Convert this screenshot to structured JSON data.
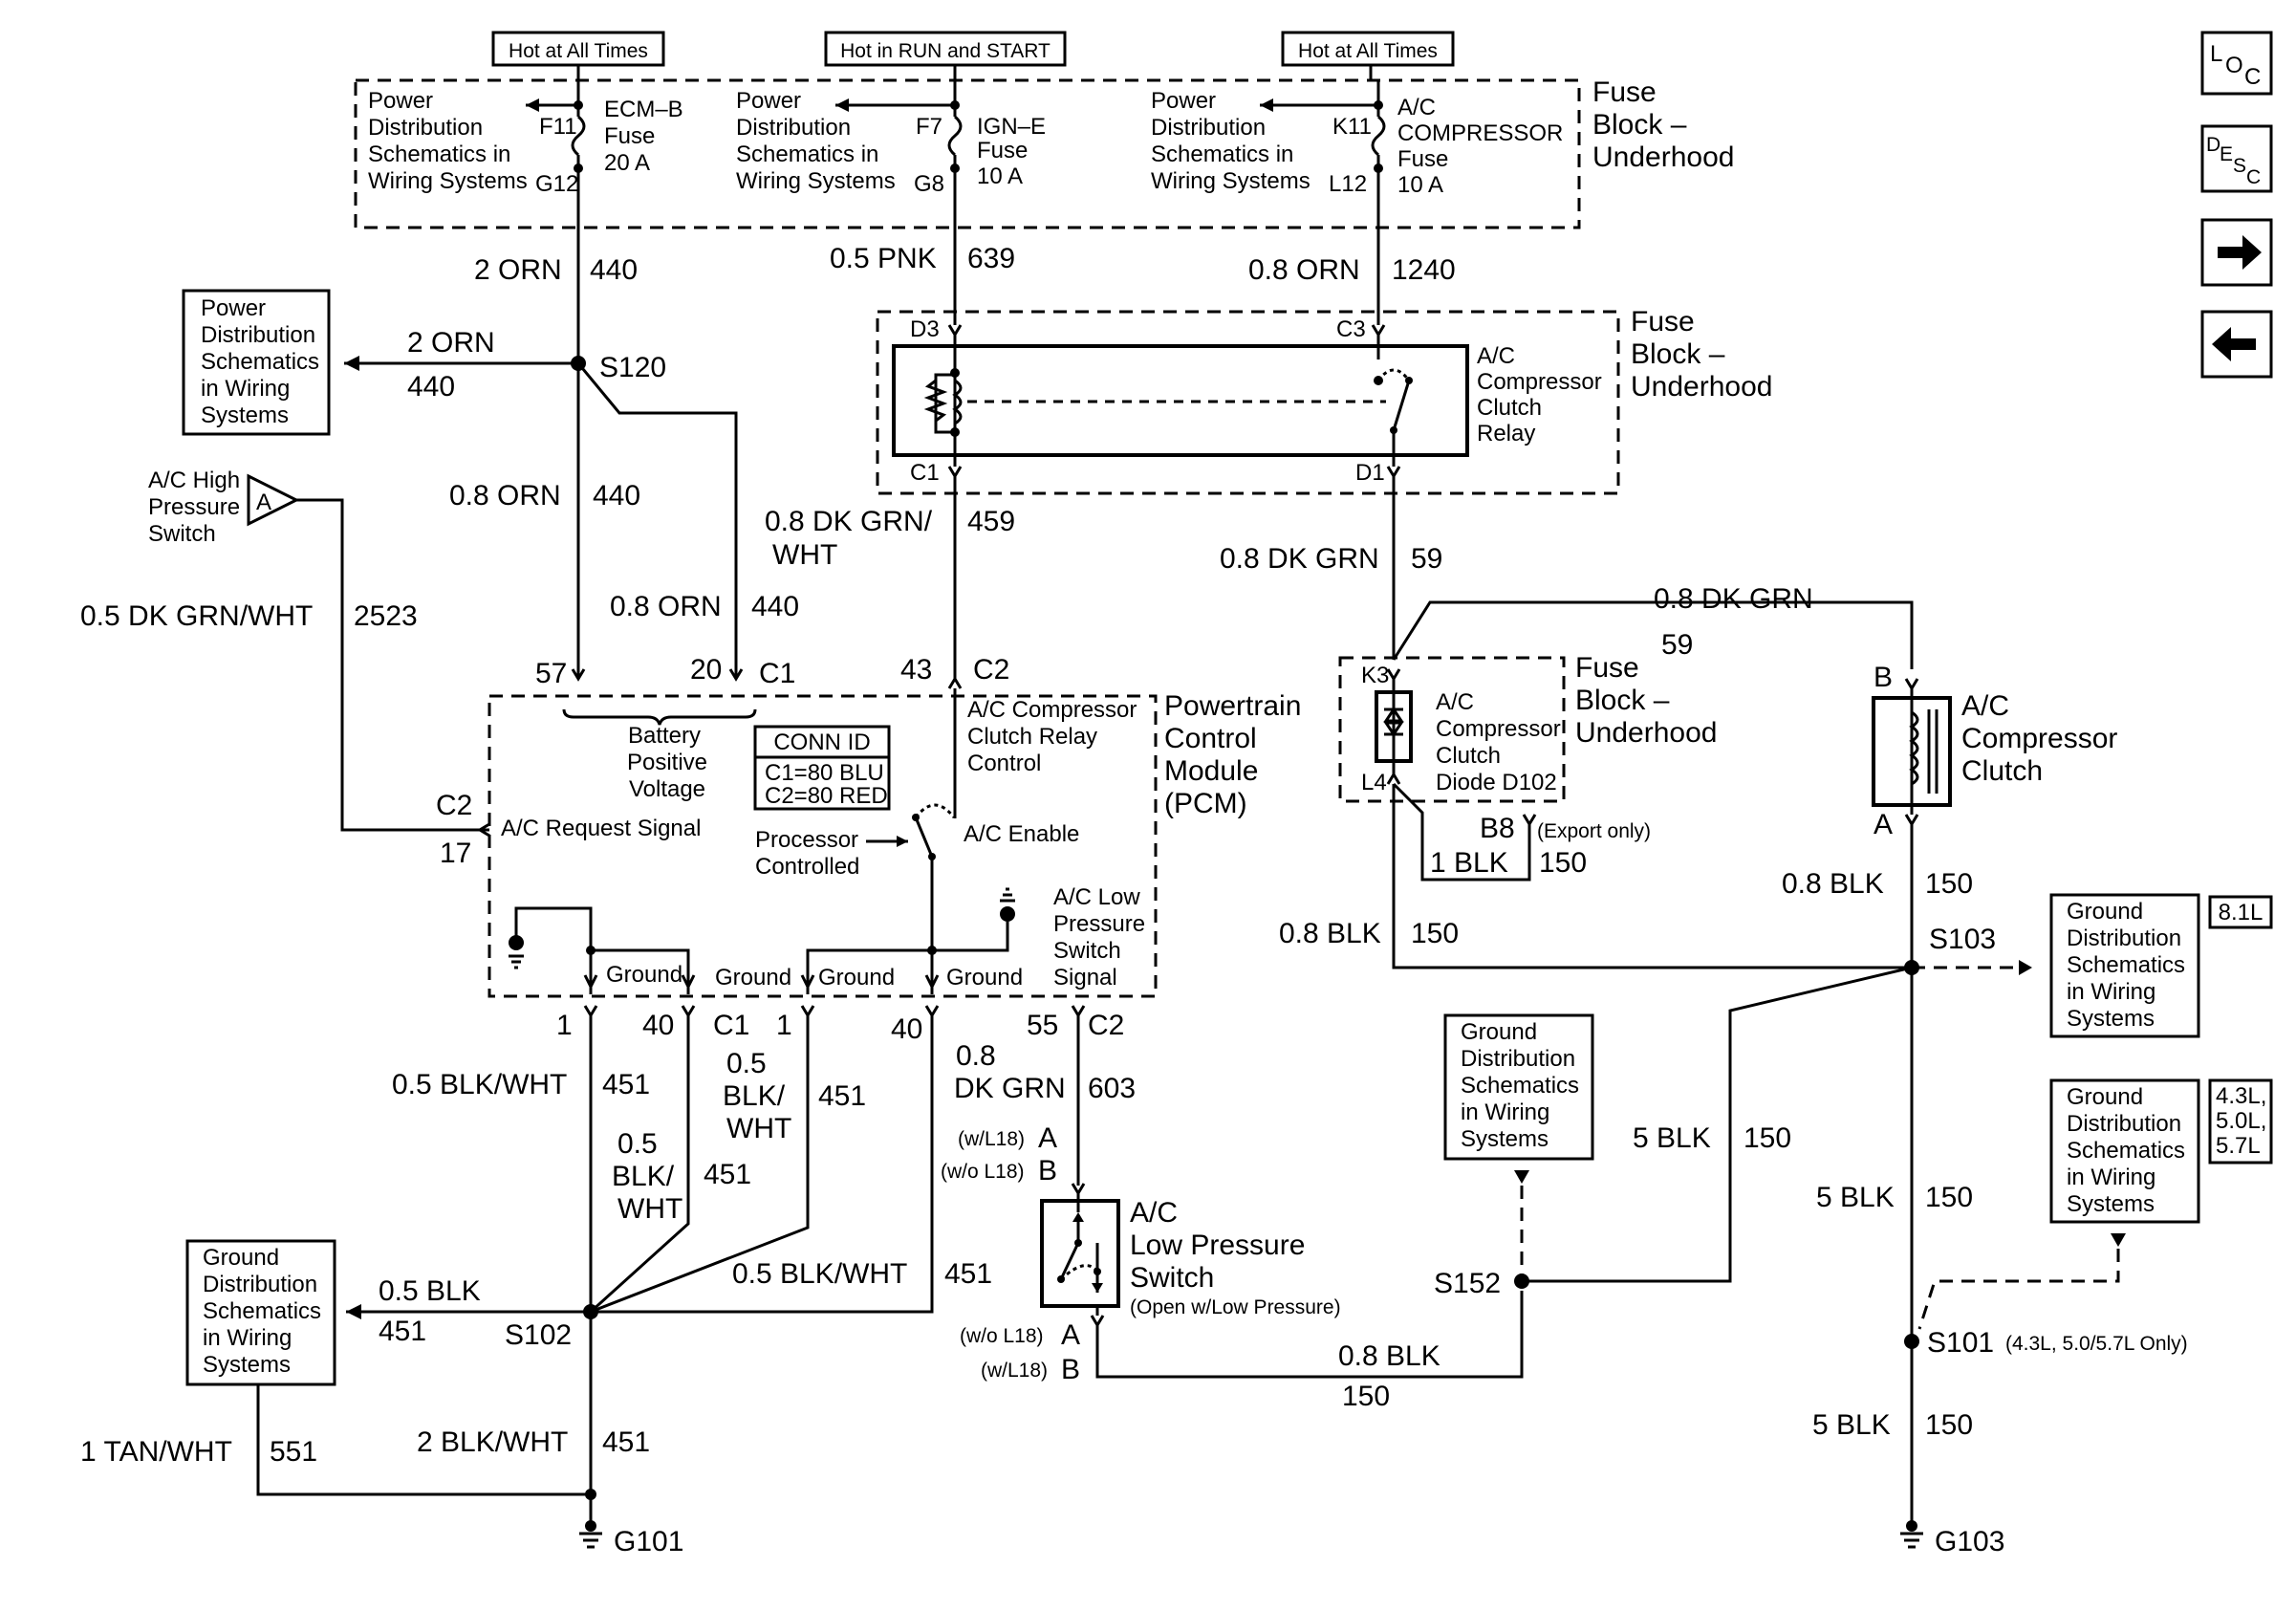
{
  "supply": {
    "hot_all_1": "Hot at All Times",
    "hot_run": "Hot in RUN and START",
    "hot_all_2": "Hot at All Times"
  },
  "fuses": {
    "f11": {
      "pin_top": "F11",
      "pin_bot": "G12",
      "name": "ECM–B",
      "word": "Fuse",
      "rating": "20 A"
    },
    "f7": {
      "pin_top": "F7",
      "pin_bot": "G8",
      "name": "IGN–E",
      "word": "Fuse",
      "rating": "10 A"
    },
    "k11": {
      "pin_top": "K11",
      "pin_bot": "L12",
      "name": "A/C",
      "name2": "COMPRESSOR",
      "word": "Fuse",
      "rating": "10 A"
    },
    "power_dist": [
      "Power",
      "Distribution",
      "Schematics in",
      "Wiring Systems"
    ],
    "block_label": [
      "Fuse",
      "Block –",
      "Underhood"
    ]
  },
  "wires": {
    "w440a": {
      "gauge": "2 ORN",
      "circuit": "440"
    },
    "w639": {
      "gauge": "0.5 PNK",
      "circuit": "639"
    },
    "w1240": {
      "gauge": "0.8 ORN",
      "circuit": "1240"
    },
    "w440b": {
      "gauge": "2 ORN",
      "circuit": "440"
    },
    "w440c": {
      "gauge": "0.8 ORN",
      "circuit": "440"
    },
    "w440d": {
      "gauge": "0.8 ORN",
      "circuit": "440"
    },
    "w459": {
      "gauge": "0.8 DK GRN/",
      "gauge2": "WHT",
      "circuit": "459"
    },
    "w59a": {
      "gauge": "0.8 DK GRN",
      "circuit": "59"
    },
    "w59b": {
      "gauge": "0.8 DK GRN",
      "circuit": "59"
    },
    "w2523": {
      "gauge": "0.5 DK GRN/WHT",
      "circuit": "2523"
    },
    "w451a": {
      "gauge": "0.5 BLK/WHT",
      "circuit": "451"
    },
    "w451b": {
      "gauge": [
        "0.5",
        "BLK/",
        "WHT"
      ],
      "circuit": "451"
    },
    "w451c": {
      "gauge": [
        "0.5",
        "BLK/",
        "WHT"
      ],
      "circuit": "451"
    },
    "w451d": {
      "gauge": "0.5 BLK/WHT",
      "circuit": "451"
    },
    "w451e": {
      "gauge": "0.5 BLK",
      "circuit": "451"
    },
    "w451f": {
      "gauge": "2 BLK/WHT",
      "circuit": "451"
    },
    "w603": {
      "gauge": "0.8",
      "gauge2": "DK GRN",
      "circuit": "603"
    },
    "w551": {
      "gauge": "1 TAN/WHT",
      "circuit": "551"
    },
    "w150a": {
      "gauge": "1 BLK",
      "circuit": "150"
    },
    "w150b": {
      "gauge": "0.8 BLK",
      "circuit": "150"
    },
    "w150c": {
      "gauge": "0.8 BLK",
      "circuit": "150"
    },
    "w150d": {
      "gauge": "5 BLK",
      "circuit": "150"
    },
    "w150e": {
      "gauge": "5 BLK",
      "circuit": "150"
    },
    "w150f": {
      "gauge": "5 BLK",
      "circuit": "150"
    },
    "w150g": {
      "gauge": "0.8 BLK",
      "circuit": "150"
    }
  },
  "splices": {
    "s120": "S120",
    "s102": "S102",
    "s152": "S152",
    "s103": "S103",
    "s101": "S101",
    "s101_note": "(4.3L, 5.0/5.7L Only)"
  },
  "grounds": {
    "g101": "G101",
    "g103": "G103"
  },
  "relay": {
    "lines": [
      "A/C",
      "Compressor",
      "Clutch",
      "Relay"
    ],
    "d3": "D3",
    "c3": "C3",
    "c1": "C1",
    "d1": "D1"
  },
  "diode": {
    "lines": [
      "A/C",
      "Compressor",
      "Clutch",
      "Diode D102"
    ],
    "k3": "K3",
    "l4": "L4",
    "b8": "B8",
    "export": "(Export only)"
  },
  "clutch": {
    "lines": [
      "A/C",
      "Compressor",
      "Clutch"
    ],
    "b": "B",
    "a": "A"
  },
  "hp_switch": {
    "lines": [
      "A/C High",
      "Pressure",
      "Switch"
    ],
    "letter": "A"
  },
  "lp_switch": {
    "lines": [
      "A/C",
      "Low Pressure",
      "Switch"
    ],
    "note": "(Open w/Low Pressure)",
    "wl18_a": "(w/L18)",
    "wol18_b": "(w/o L18)",
    "wol18_a": "(w/o L18)",
    "wl18_b": "(w/L18)",
    "pin_a": "A",
    "pin_b": "B"
  },
  "pcm": {
    "title": [
      "Powertrain",
      "Control",
      "Module",
      "(PCM)"
    ],
    "conn_title": "CONN ID",
    "conn_c1": "C1=80 BLU",
    "conn_c2": "C2=80 RED",
    "battery": [
      "Battery",
      "Positive",
      "Voltage"
    ],
    "request": "A/C Request Signal",
    "relay_ctrl": [
      "A/C Compressor",
      "Clutch Relay",
      "Control"
    ],
    "enable": "A/C Enable",
    "processor": [
      "Processor",
      "Controlled"
    ],
    "lp_signal": [
      "A/C Low",
      "Pressure",
      "Switch",
      "Signal"
    ],
    "ground": "Ground",
    "pins_top": {
      "p57": "57",
      "p20": "20",
      "c1": "C1",
      "p43": "43",
      "c2": "C2"
    },
    "pins_left": {
      "c2": "C2",
      "p17": "17"
    },
    "pins_bot": {
      "p1a": "1",
      "p40a": "40",
      "c1": "C1",
      "p1b": "1",
      "p40b": "40",
      "p55": "55",
      "c2": "C2"
    }
  },
  "ground_dist": [
    "Ground",
    "Distribution",
    "Schematics",
    "in Wiring",
    "Systems"
  ],
  "engine_tags": {
    "t81": "8.1L",
    "t43": "4.3L,",
    "t50": "5.0L,",
    "t57": "5.7L"
  },
  "nav": {
    "loc": "LOC",
    "desc": "DESC"
  }
}
